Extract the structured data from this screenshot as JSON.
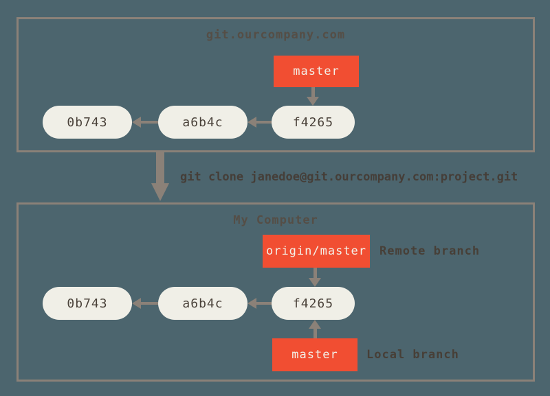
{
  "background_color": "#4c656e",
  "colors": {
    "box_border": "#8b8178",
    "arrow": "#8b8178",
    "commit_fill": "#f0efe7",
    "commit_text": "#4a423a",
    "branch_fill": "#f14e32",
    "branch_text": "#f3f1e9",
    "label_text": "#473f37",
    "title_text": "#554e46"
  },
  "remote_section": {
    "title": "git.ourcompany.com",
    "branch_label": "master",
    "commits": [
      "0b743",
      "a6b4c",
      "f4265"
    ]
  },
  "clone_command": "git clone janedoe@git.ourcompany.com:project.git",
  "local_section": {
    "title": "My Computer",
    "remote_branch_label": "origin/master",
    "remote_branch_annotation": "Remote branch",
    "local_branch_label": "master",
    "local_branch_annotation": "Local branch",
    "commits": [
      "0b743",
      "a6b4c",
      "f4265"
    ]
  }
}
